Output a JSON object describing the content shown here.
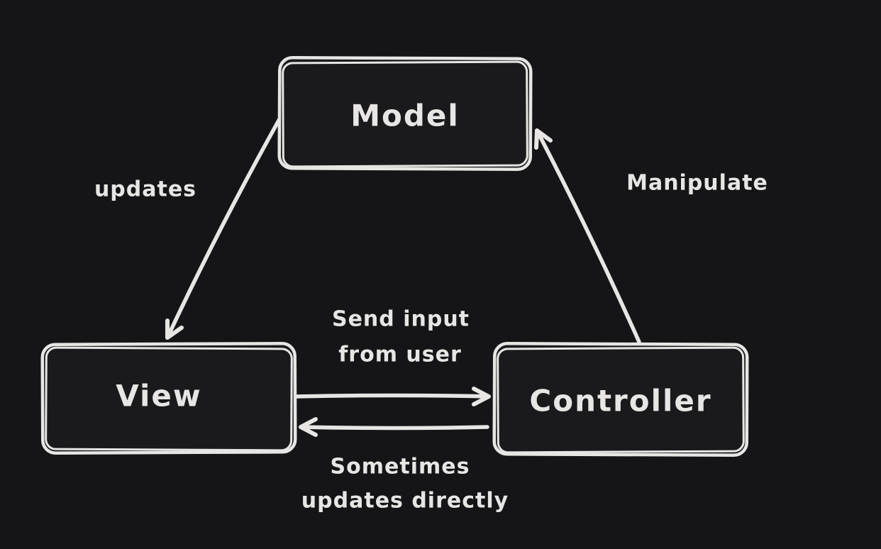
{
  "canvas": {
    "background": "#151517",
    "stroke_color": "#e7e6e4"
  },
  "nodes": [
    {
      "id": "model",
      "label": "Model"
    },
    {
      "id": "view",
      "label": "View"
    },
    {
      "id": "controller",
      "label": "Controller"
    }
  ],
  "edges": [
    {
      "id": "model-to-view",
      "from": "Model",
      "to": "View",
      "label": "updates"
    },
    {
      "id": "controller-to-model",
      "from": "Controller",
      "to": "Model",
      "label": "Manipulate"
    },
    {
      "id": "view-to-controller",
      "from": "View",
      "to": "Controller",
      "label_line1": "Send input",
      "label_line2": "from user"
    },
    {
      "id": "controller-to-view",
      "from": "Controller",
      "to": "View",
      "label_line1": "Sometimes",
      "label_line2": "updates directly"
    }
  ]
}
